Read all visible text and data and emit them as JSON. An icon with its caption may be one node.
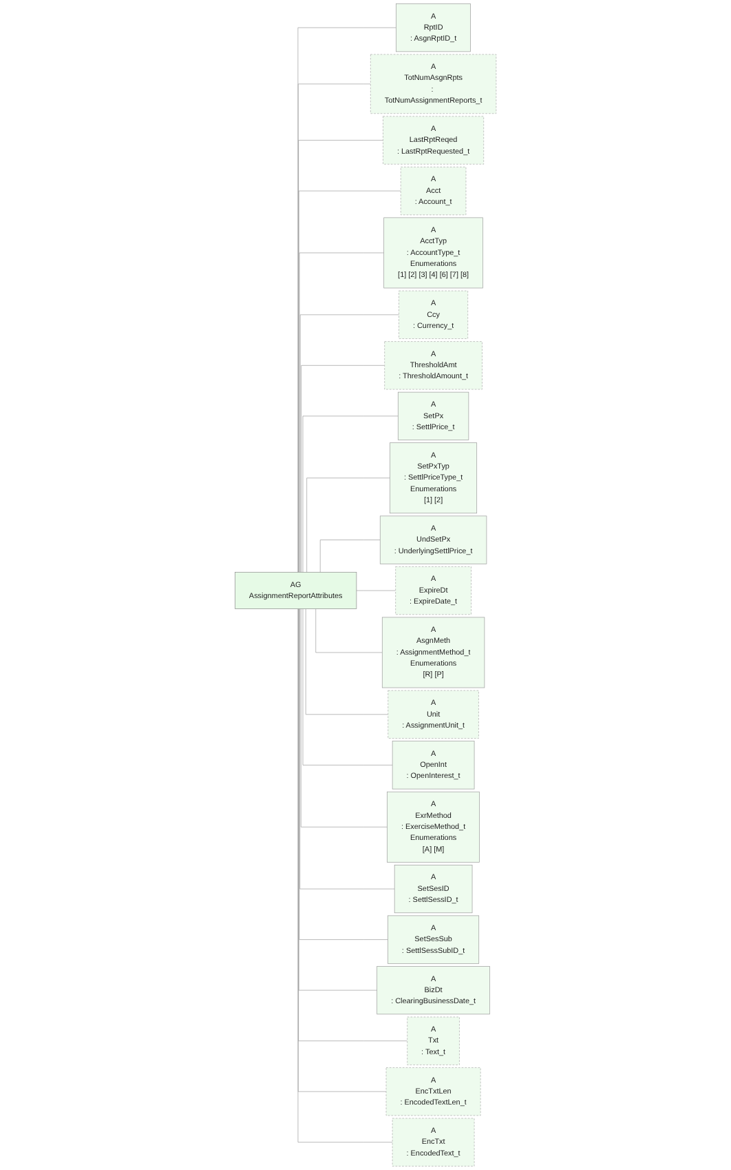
{
  "diagram": {
    "nodes": [
      {
        "text": [
          "AG",
          "AssignmentReportAttributes"
        ]
      },
      {
        "text": [
          "A",
          "RptID",
          ": AsgnRptID_t"
        ]
      },
      {
        "text": [
          "A",
          "TotNumAsgnRpts",
          ": TotNumAssignmentReports_t"
        ]
      },
      {
        "text": [
          "A",
          "LastRptReqed",
          ": LastRptRequested_t"
        ]
      },
      {
        "text": [
          "A",
          "Acct",
          ": Account_t"
        ]
      },
      {
        "text": [
          "A",
          "AcctTyp",
          ": AccountType_t",
          "Enumerations",
          "[1] [2] [3] [4] [6] [7] [8]"
        ]
      },
      {
        "text": [
          "A",
          "Ccy",
          ": Currency_t"
        ]
      },
      {
        "text": [
          "A",
          "ThresholdAmt",
          ": ThresholdAmount_t"
        ]
      },
      {
        "text": [
          "A",
          "SetPx",
          ": SettlPrice_t"
        ]
      },
      {
        "text": [
          "A",
          "SetPxTyp",
          ": SettlPriceType_t",
          "Enumerations",
          "[1] [2]"
        ]
      },
      {
        "text": [
          "A",
          "UndSetPx",
          ": UnderlyingSettlPrice_t"
        ]
      },
      {
        "text": [
          "A",
          "ExpireDt",
          ": ExpireDate_t"
        ]
      },
      {
        "text": [
          "A",
          "AsgnMeth",
          ": AssignmentMethod_t",
          "Enumerations",
          "[R] [P]"
        ]
      },
      {
        "text": [
          "A",
          "Unit",
          ": AssignmentUnit_t"
        ]
      },
      {
        "text": [
          "A",
          "OpenInt",
          ": OpenInterest_t"
        ]
      },
      {
        "text": [
          "A",
          "ExrMethod",
          ": ExerciseMethod_t",
          "Enumerations",
          "[A] [M]"
        ]
      },
      {
        "text": [
          "A",
          "SetSesID",
          ": SettlSessID_t"
        ]
      },
      {
        "text": [
          "A",
          "SetSesSub",
          ": SettlSessSubID_t"
        ]
      },
      {
        "text": [
          "A",
          "BizDt",
          ": ClearingBusinessDate_t"
        ]
      },
      {
        "text": [
          "A",
          "Txt",
          ": Text_t"
        ]
      },
      {
        "text": [
          "A",
          "EncTxtLen",
          ": EncodedTextLen_t"
        ]
      },
      {
        "text": [
          "A",
          "EncTxt",
          ": EncodedText_t"
        ]
      }
    ],
    "edges": [
      {
        "from": 0,
        "to": 1,
        "arrow": "none"
      },
      {
        "from": 0,
        "to": 2,
        "arrow": "none"
      },
      {
        "from": 0,
        "to": 3,
        "arrow": "none"
      },
      {
        "from": 0,
        "to": 4,
        "arrow": "none"
      },
      {
        "from": 0,
        "to": 5,
        "arrow": "none"
      },
      {
        "from": 0,
        "to": 6,
        "arrow": "none"
      },
      {
        "from": 0,
        "to": 7,
        "arrow": "none"
      },
      {
        "from": 0,
        "to": 8,
        "arrow": "none"
      },
      {
        "from": 0,
        "to": 9,
        "arrow": "none"
      },
      {
        "from": 0,
        "to": 10,
        "arrow": "none"
      },
      {
        "from": 0,
        "to": 11,
        "arrow": "none"
      },
      {
        "from": 0,
        "to": 12,
        "arrow": "none"
      },
      {
        "from": 0,
        "to": 13,
        "arrow": "none"
      },
      {
        "from": 0,
        "to": 14,
        "arrow": "none"
      },
      {
        "from": 0,
        "to": 15,
        "arrow": "none"
      },
      {
        "from": 0,
        "to": 16,
        "arrow": "none"
      },
      {
        "from": 0,
        "to": 17,
        "arrow": "none"
      },
      {
        "from": 0,
        "to": 18,
        "arrow": "none"
      },
      {
        "from": 0,
        "to": 19,
        "arrow": "none"
      },
      {
        "from": 0,
        "to": 20,
        "arrow": "none"
      },
      {
        "from": 0,
        "to": 21,
        "arrow": "none"
      }
    ]
  }
}
